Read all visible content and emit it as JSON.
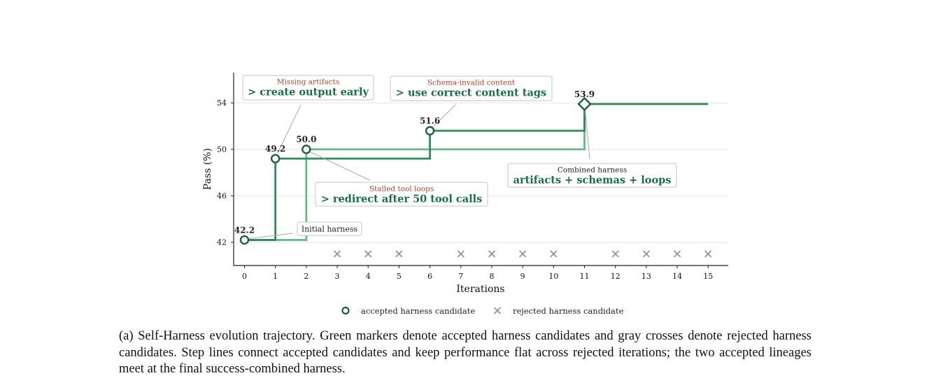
{
  "chart_data": {
    "type": "line",
    "xlabel": "Iterations",
    "ylabel": "Pass (%)",
    "xlim": [
      -0.35,
      15.65
    ],
    "ylim": [
      40.0,
      56.6
    ],
    "xticks": [
      0,
      1,
      2,
      3,
      4,
      5,
      6,
      7,
      8,
      9,
      10,
      11,
      12,
      13,
      14,
      15
    ],
    "yticks": [
      42,
      46,
      50,
      54
    ],
    "grid": "horizontal",
    "legend_position": "bottom-center",
    "colors": {
      "lineage_a": "#2e8b57",
      "lineage_b": "#66bb88",
      "accepted_edge": "#1f5e3f",
      "rejected": "#8a96a3",
      "annotation_headline": "#1a6e47",
      "annotation_note": "#b0462a"
    },
    "series": [
      {
        "kind": "step",
        "x": [
          0,
          1,
          6,
          11,
          15
        ],
        "y": [
          42.2,
          49.2,
          51.6,
          53.9,
          53.9
        ]
      },
      {
        "kind": "step",
        "x": [
          0,
          2,
          11
        ],
        "y": [
          42.2,
          50.0,
          53.9
        ]
      }
    ],
    "accepted_points": [
      {
        "x": 0,
        "y": 42.2,
        "label": "42.2",
        "marker": "circle"
      },
      {
        "x": 1,
        "y": 49.2,
        "label": "49.2",
        "marker": "circle"
      },
      {
        "x": 2,
        "y": 50.0,
        "label": "50.0",
        "marker": "circle"
      },
      {
        "x": 6,
        "y": 51.6,
        "label": "51.6",
        "marker": "circle"
      },
      {
        "x": 11,
        "y": 53.9,
        "label": "53.9",
        "marker": "diamond"
      }
    ],
    "rejected_points": {
      "x": [
        3,
        4,
        5,
        7,
        8,
        9,
        10,
        12,
        13,
        14,
        15
      ],
      "y": 41.0
    },
    "annotations": [
      {
        "note": "",
        "headline": "",
        "plain": "Initial harness"
      },
      {
        "note": "Missing artifacts",
        "headline": "> create output early",
        "plain": ""
      },
      {
        "note": "Schema-invalid content",
        "headline": "> use correct content tags",
        "plain": ""
      },
      {
        "note": "Stalled tool loops",
        "headline": "> redirect after 50 tool calls",
        "plain": ""
      },
      {
        "note": "Combined harness",
        "headline": "artifacts + schemas + loops",
        "plain": ""
      }
    ],
    "legend": [
      {
        "label": "accepted harness candidate",
        "marker": "circle"
      },
      {
        "label": "rejected harness candidate",
        "marker": "cross"
      }
    ]
  },
  "caption": "(a) Self-Harness evolution trajectory. Green markers denote accepted harness candidates and gray crosses denote rejected harness candidates. Step lines connect accepted candidates and keep performance flat across rejected iterations; the two accepted lineages meet at the final success-combined harness."
}
